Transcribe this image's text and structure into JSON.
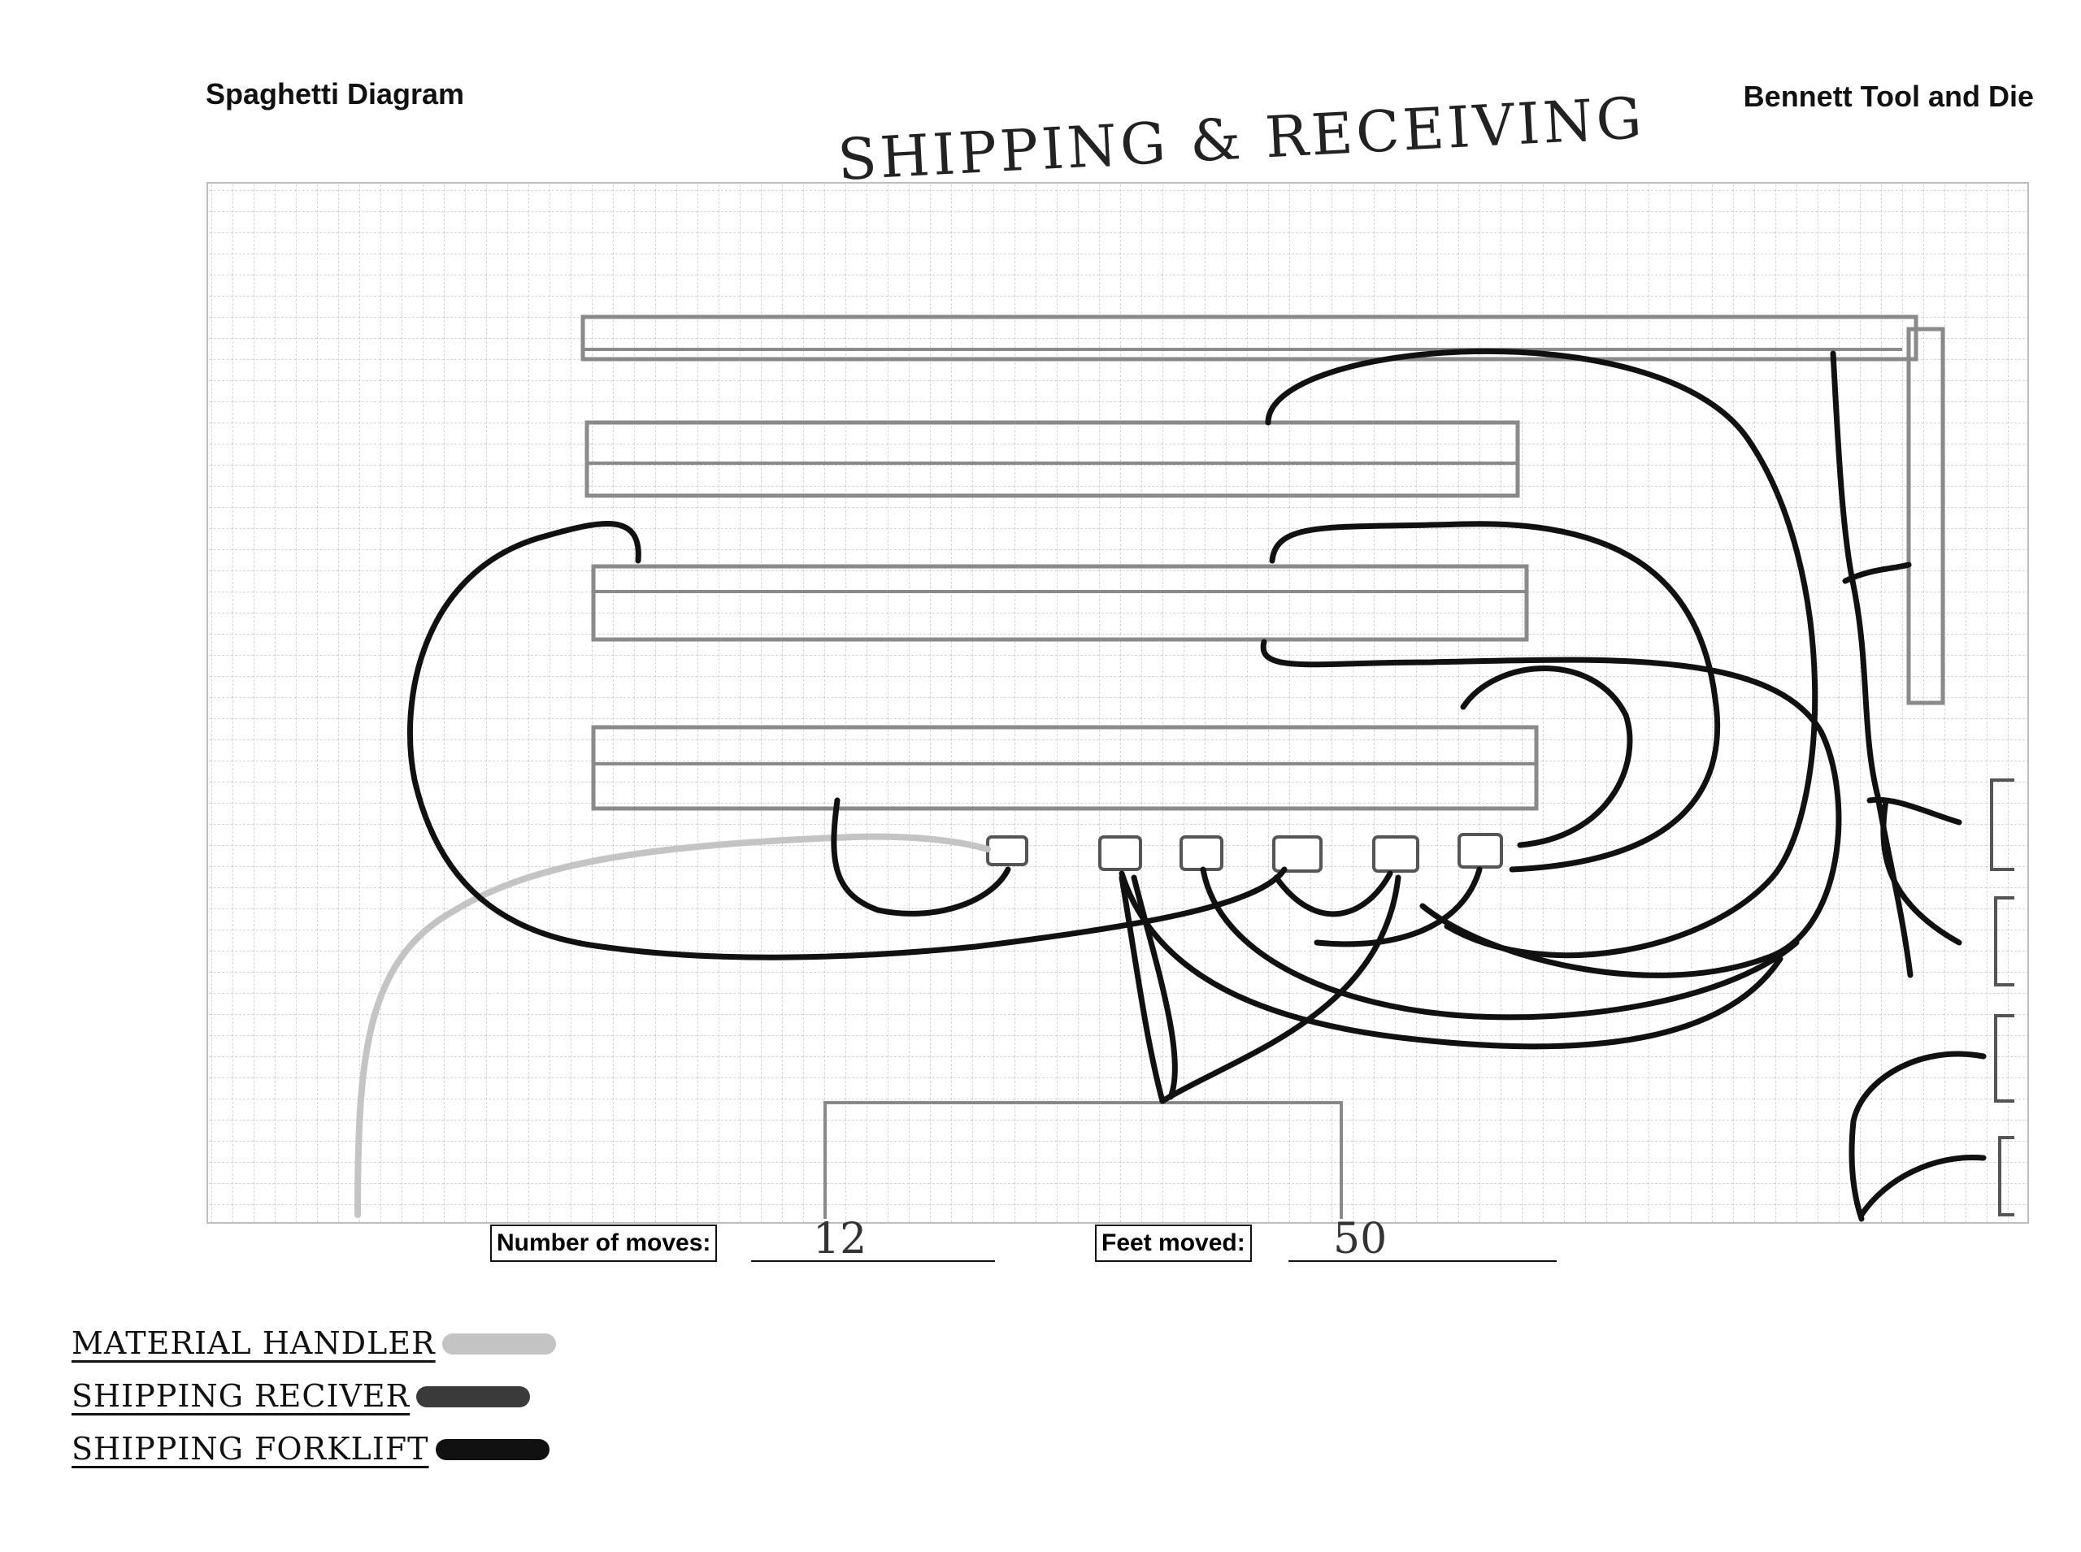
{
  "header": {
    "title": "Spaghetti Diagram",
    "company": "Bennett Tool and Die",
    "area": "SHIPPING & RECEIVING"
  },
  "stats": {
    "moves_label": "Number of moves:",
    "moves_value": "12",
    "feet_label": "Feet moved:",
    "feet_value": "50"
  },
  "legend": [
    {
      "label": "MATERIAL HANDLER",
      "color": "#c4c4c4"
    },
    {
      "label": "SHIPPING RECIVER",
      "color": "#3a3a3a"
    },
    {
      "label": "SHIPPING FORKLIFT",
      "color": "#111111"
    }
  ],
  "colors": {
    "grid": "#bfbfbf",
    "racks": "#8a8a8a",
    "paths": "#111111",
    "material_handler": "#c4c4c4"
  }
}
